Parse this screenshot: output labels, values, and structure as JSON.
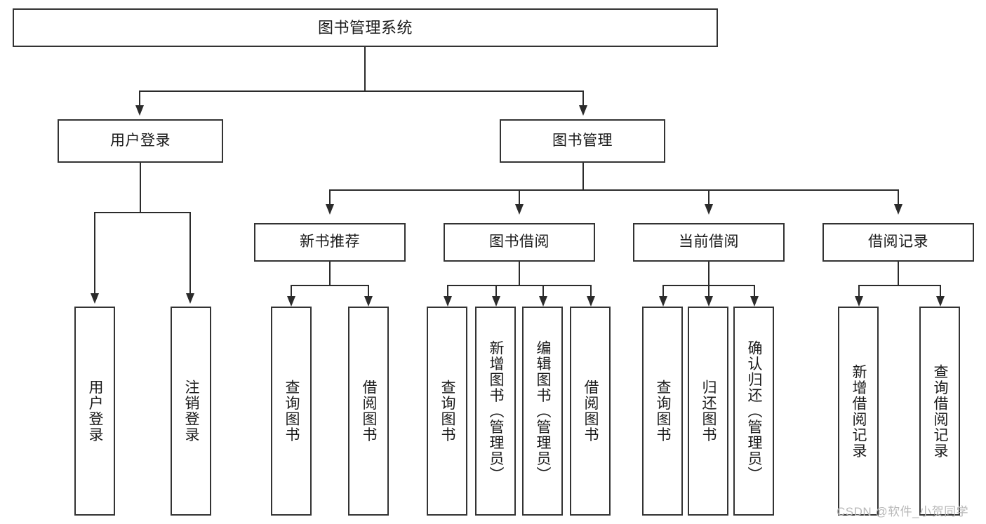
{
  "diagram": {
    "title": "图书管理系统",
    "type": "hierarchy-tree",
    "root": {
      "label": "图书管理系统"
    },
    "level2": [
      {
        "label": "用户登录"
      },
      {
        "label": "图书管理"
      }
    ],
    "level3": [
      {
        "label": "新书推荐"
      },
      {
        "label": "图书借阅"
      },
      {
        "label": "当前借阅"
      },
      {
        "label": "借阅记录"
      }
    ],
    "leaves": {
      "user_login": [
        {
          "label": "用户登录"
        },
        {
          "label": "注销登录"
        }
      ],
      "new_book_recommend": [
        {
          "label": "查询图书"
        },
        {
          "label": "借阅图书"
        }
      ],
      "book_borrow": [
        {
          "label": "查询图书"
        },
        {
          "label": "新增图书（管理员）"
        },
        {
          "label": "编辑图书（管理员）"
        },
        {
          "label": "借阅图书"
        }
      ],
      "current_borrow": [
        {
          "label": "查询图书"
        },
        {
          "label": "归还图书"
        },
        {
          "label": "确认归还（管理员）"
        }
      ],
      "borrow_records": [
        {
          "label": "新增借阅记录"
        },
        {
          "label": "查询借阅记录"
        }
      ]
    }
  },
  "watermark": {
    "text": "CSDN @软件_小贺同学"
  },
  "colors": {
    "stroke": "#333333",
    "line": "#2b2b2b",
    "text": "#1a1a1a",
    "background": "#ffffff",
    "watermark": "#b8b8b8"
  }
}
